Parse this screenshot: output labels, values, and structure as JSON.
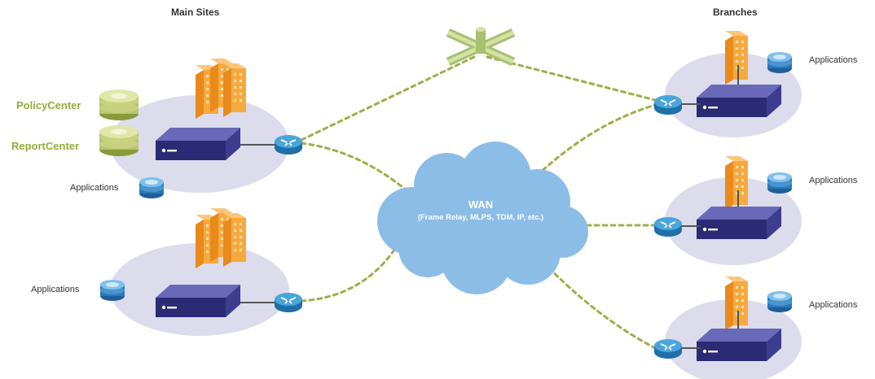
{
  "headers": {
    "main_sites": "Main Sites",
    "branches": "Branches"
  },
  "servers": {
    "policy_center": "PolicyCenter",
    "report_center": "ReportCenter",
    "accent_color": "#8fae3a"
  },
  "wan": {
    "title": "WAN",
    "subtitle": "(Frame Relay, MLPS, TDM, IP, etc.)",
    "cloud_color": "#8cbde6"
  },
  "applications_label": "Applications",
  "colors": {
    "site_ellipse": "#dcdcec",
    "link_dash": "#9fae4a",
    "appliance": "#3b3a86",
    "router": "#2f89c8",
    "building": "#f5a43a",
    "database": "#3f8fcf"
  },
  "icons": [
    "building-icon",
    "appliance-icon",
    "router-icon",
    "database-icon",
    "disk-stack-icon",
    "satellite-icon",
    "cloud-icon"
  ]
}
